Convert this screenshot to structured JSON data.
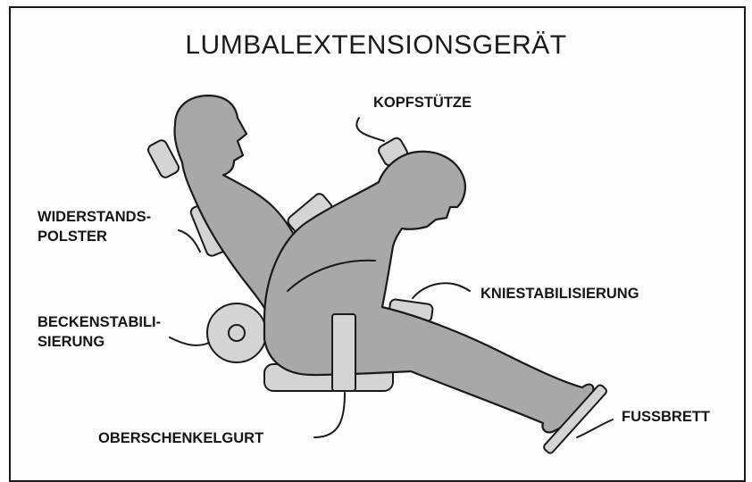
{
  "title": "LUMBALEXTENSIONSGERÄT",
  "labels": {
    "kopfstuetze": "KOPFSTÜTZE",
    "widerstandspolster_1": "WIDERSTANDS-",
    "widerstandspolster_2": "POLSTER",
    "beckenstabilisierung_1": "BECKENSTABILI-",
    "beckenstabilisierung_2": "SIERUNG",
    "kniestabilisierung": "KNIESTABILISIERUNG",
    "oberschenkelgurt": "OBERSCHENKELGURT",
    "fussbrett": "FUSSBRETT"
  },
  "colors": {
    "body_fill": "#a8a8a8",
    "pad_fill": "#d4d4d4",
    "outline": "#1a1a1a",
    "frame": "#1a1a1a"
  }
}
